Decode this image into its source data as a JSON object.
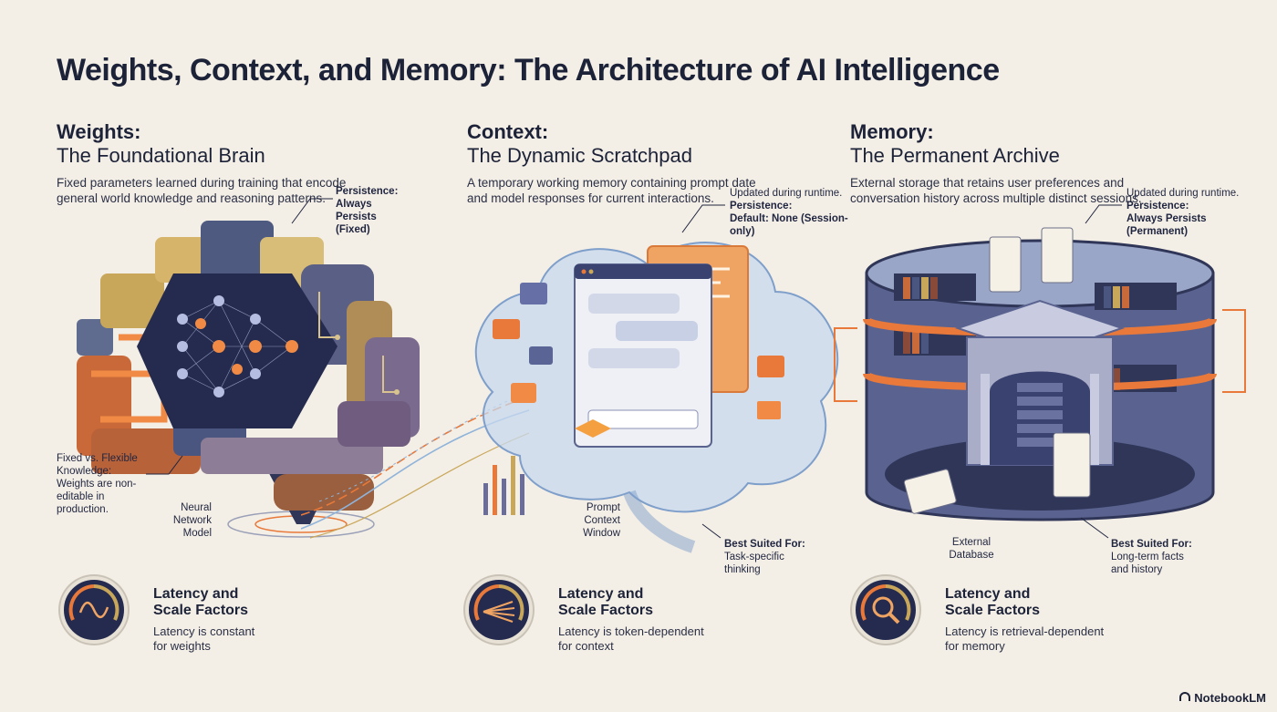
{
  "title": "Weights, Context, and Memory: The Architecture of AI Intelligence",
  "columns": [
    {
      "heading": "Weights:",
      "subheading": "The Foundational Brain",
      "description": "Fixed parameters learned during training that encode general world knowledge and reasoning patterns.",
      "notes": {
        "persistence_label": "Persistence:",
        "persistence_value": "Always Persists (Fixed)",
        "fixed_label": "Fixed vs. Flexible Knowledge:",
        "fixed_value": "Weights are non-editable in production.",
        "model_label": "Neural Network Model"
      },
      "latency_title": "Latency and Scale Factors",
      "latency_text": "Latency is constant for weights"
    },
    {
      "heading": "Context:",
      "subheading": "The Dynamic Scratchpad",
      "description": "A temporary working memory containing prompt date and model responses for current interactions.",
      "notes": {
        "runtime": "Updated during runtime.",
        "persistence_label": "Persistence:",
        "persistence_value": "Default: None (Session-only)",
        "window_label": "Prompt Context Window",
        "best_label": "Best Suited For:",
        "best_value": "Task-specific thinking"
      },
      "latency_title": "Latency and Scale Factors",
      "latency_text": "Latency is token-dependent for context"
    },
    {
      "heading": "Memory:",
      "subheading": "The Permanent Archive",
      "description": "External storage that retains user preferences and conversation history across multiple distinct sessions.",
      "notes": {
        "runtime": "Updated during runtime.",
        "persistence_label": "Persistence:",
        "persistence_value": "Always Persists (Permanent)",
        "db_label": "External Database",
        "best_label": "Best Suited For:",
        "best_value": "Long-term facts and history"
      },
      "latency_title": "Latency and Scale Factors",
      "latency_text": "Latency is retrieval-dependent for memory"
    }
  ],
  "brand": "NotebookLM",
  "icons": {
    "gauge_1": "wave-icon",
    "gauge_2": "spread-icon",
    "gauge_3": "magnifier-icon"
  },
  "colors": {
    "navy": "#242b4e",
    "orange": "#e8793a",
    "gold": "#c9a75a",
    "purple": "#6d6a8e",
    "blue": "#8fb3da",
    "background": "#f4efe6"
  }
}
